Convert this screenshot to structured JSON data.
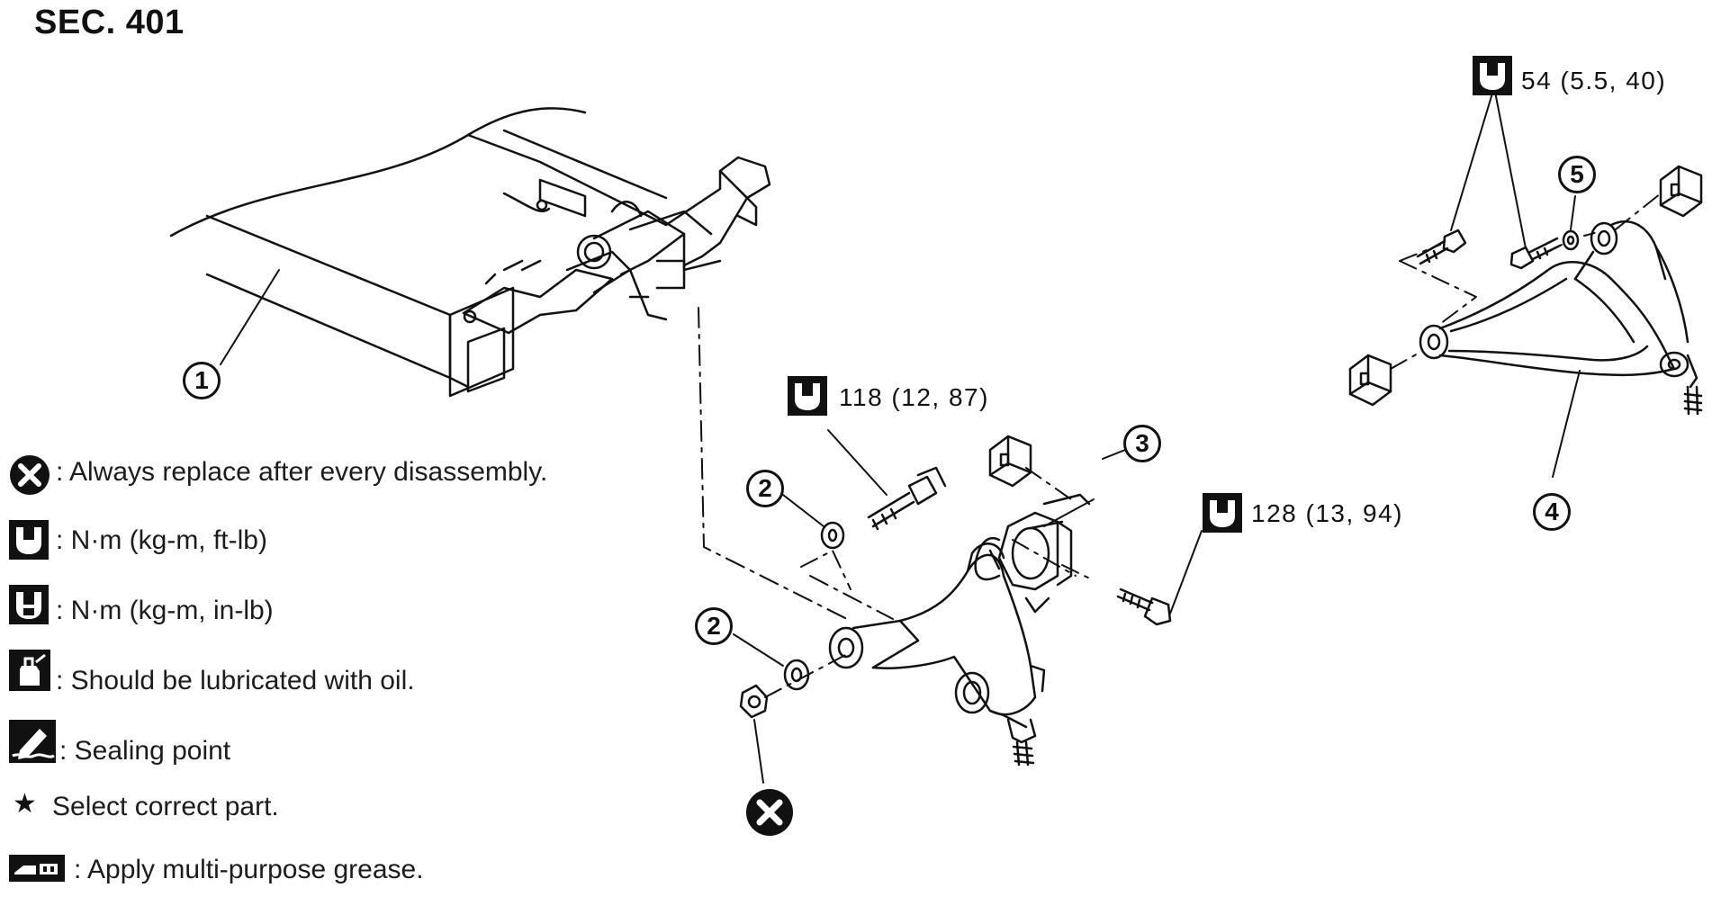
{
  "section_title": "SEC. 401",
  "torque_specs": {
    "upper_arm_bolts": "54 (5.5, 40)",
    "lower_arm_front_bolt": "118 (12, 87)",
    "lower_arm_rear_bolt": "128 (13, 94)"
  },
  "callouts": {
    "c1": "1",
    "c2a": "2",
    "c2b": "2",
    "c3": "3",
    "c4": "4",
    "c5": "5"
  },
  "legend": [
    {
      "icon": "replace-x-icon",
      "text": ": Always replace after every disassembly."
    },
    {
      "icon": "torque-wrench-icon",
      "text": ": N·m (kg-m, ft-lb)"
    },
    {
      "icon": "torque-wrench-inlb-icon",
      "text": ": N·m (kg-m, in-lb)"
    },
    {
      "icon": "oil-can-icon",
      "text": ": Should be lubricated with oil."
    },
    {
      "icon": "sealing-icon",
      "text": ": Sealing point"
    },
    {
      "icon": "star-icon",
      "text": "Select correct part."
    },
    {
      "icon": "grease-icon",
      "text": ": Apply multi-purpose grease."
    }
  ]
}
